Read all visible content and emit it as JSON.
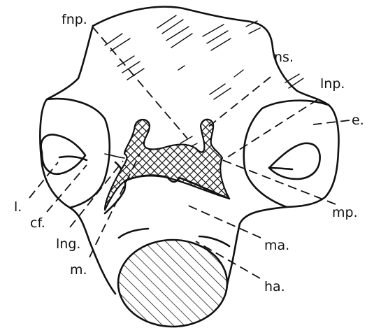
{
  "labels": {
    "fnp": "fnp.",
    "ns": "ns.",
    "lnp": "lnp.",
    "e": "e.",
    "l": "l.",
    "cf": "cf.",
    "lng": "lng.",
    "m": "m.",
    "mp": "mp.",
    "ma": "ma.",
    "ha": "ha."
  },
  "colors": {
    "ink": "#111111",
    "background": "#ffffff"
  }
}
